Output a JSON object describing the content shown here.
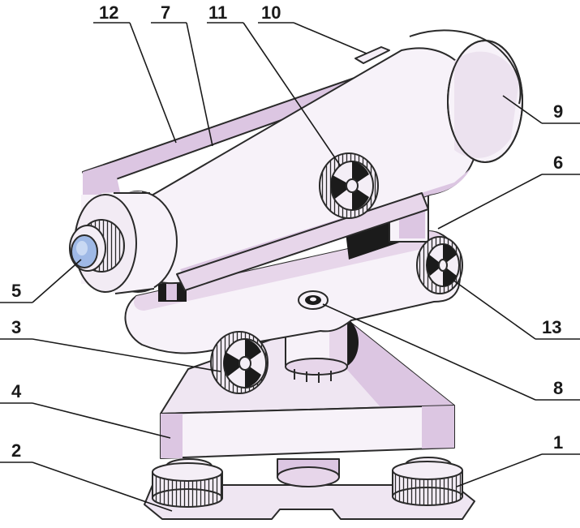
{
  "colors": {
    "body": "#f7f2f9",
    "shadow": "#dcc6e2",
    "dark": "#1b1b1b",
    "lens": "#9fb9e6",
    "outline": "#2a2a2a"
  },
  "callouts": {
    "c1": "1",
    "c2": "2",
    "c3": "3",
    "c4": "4",
    "c5": "5",
    "c6": "6",
    "c7": "7",
    "c8": "8",
    "c9": "9",
    "c10": "10",
    "c11": "11",
    "c12": "12",
    "c13": "13"
  }
}
